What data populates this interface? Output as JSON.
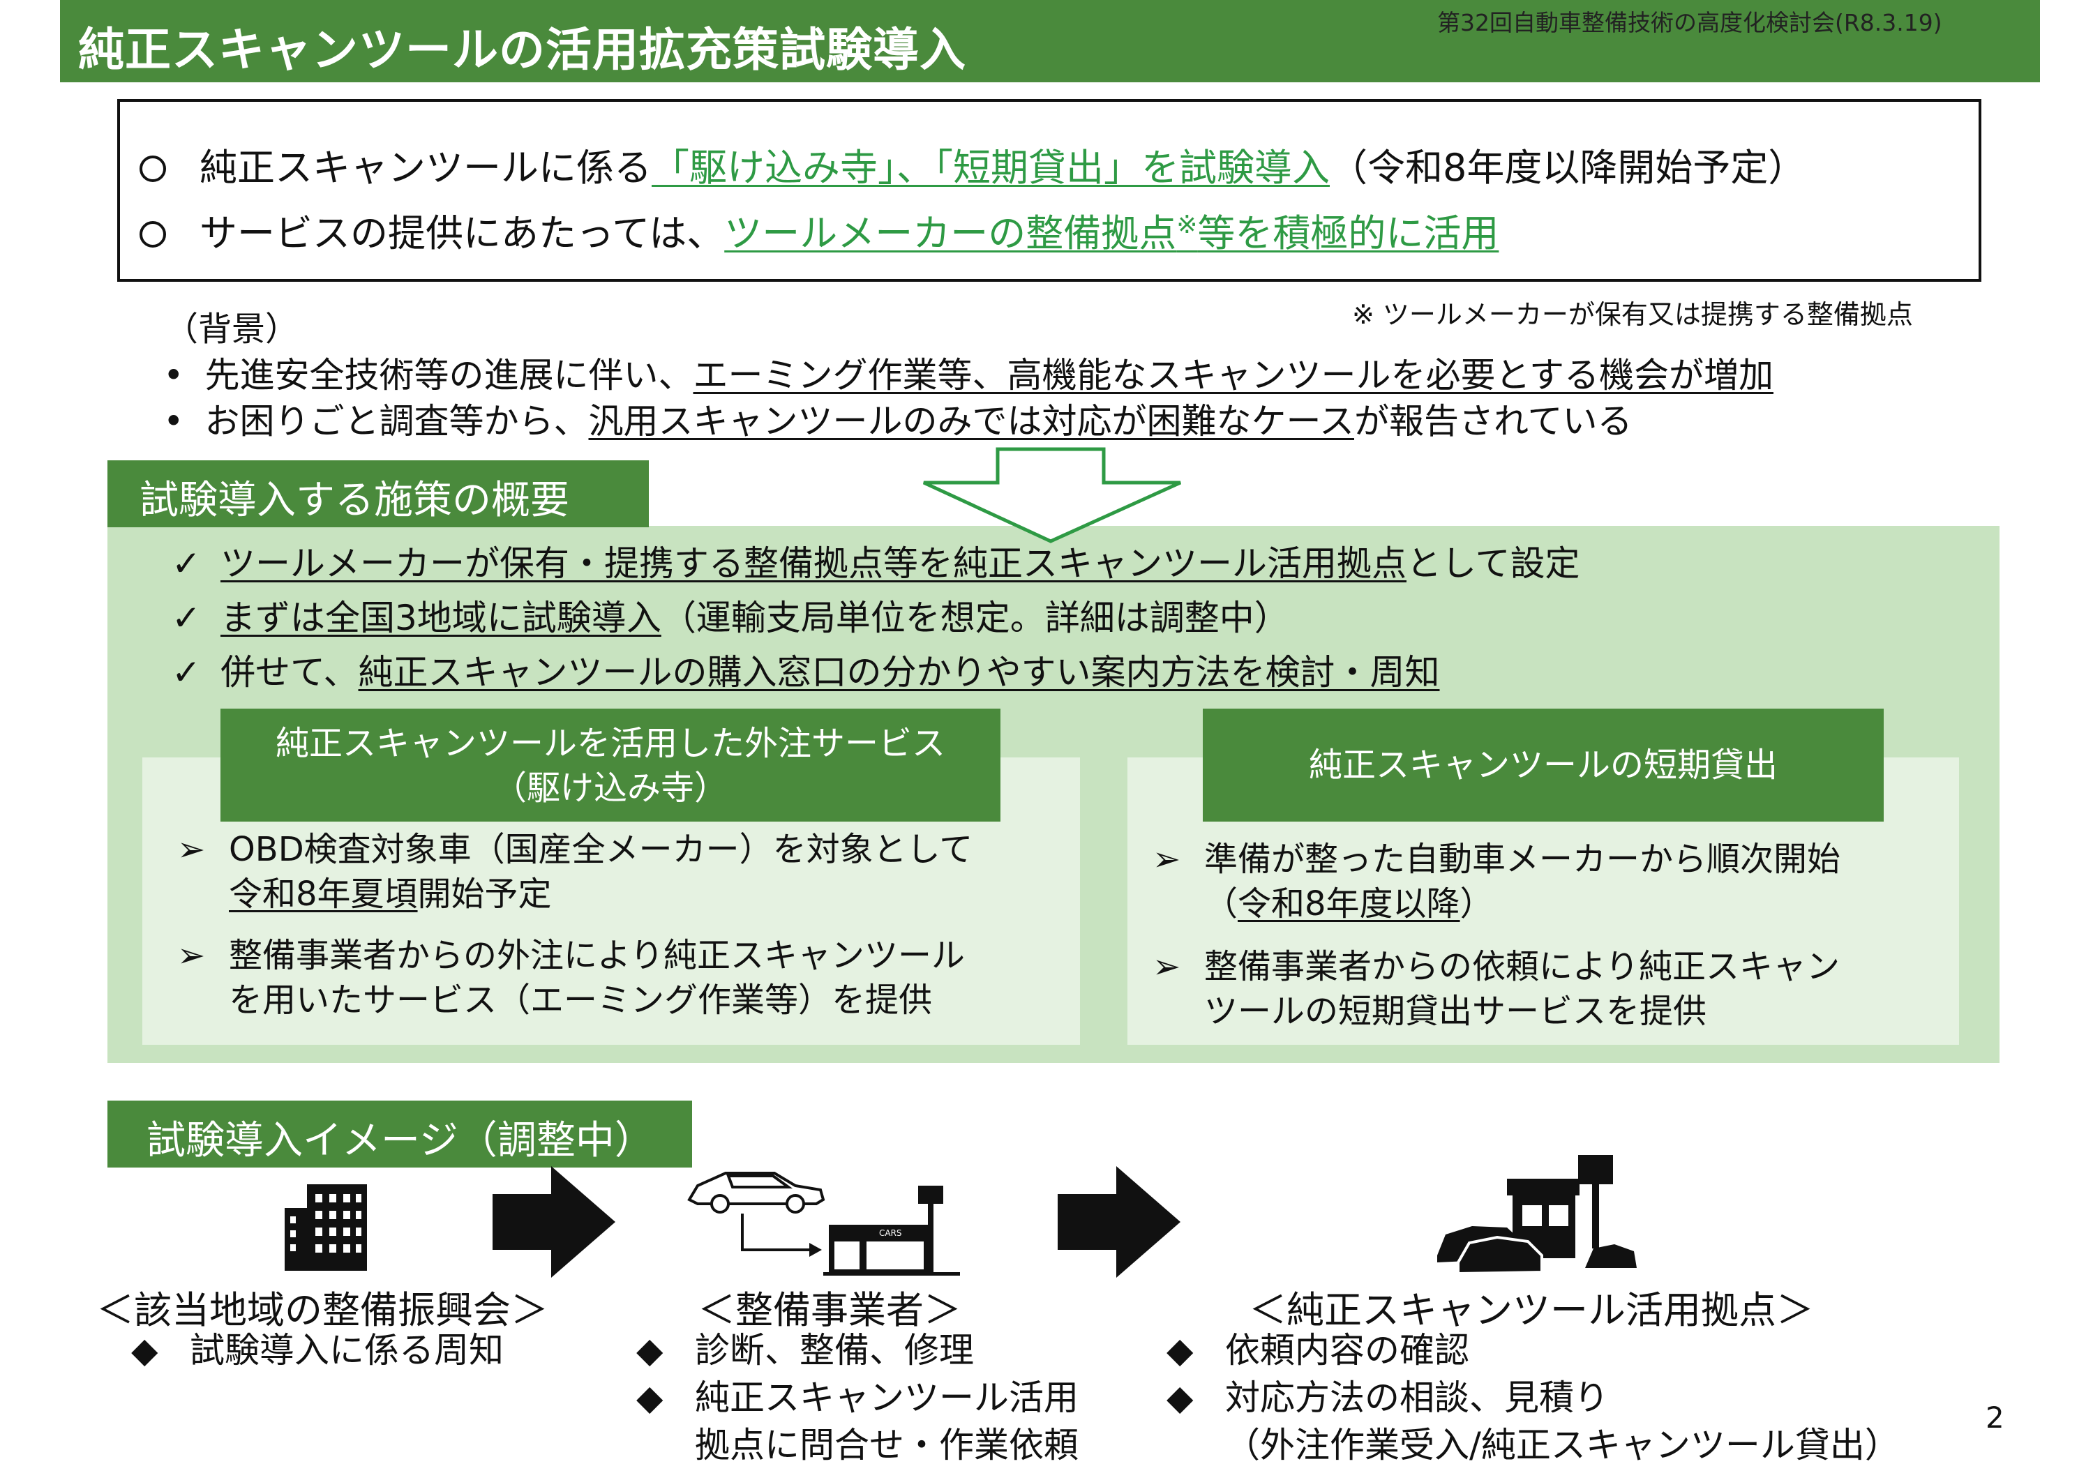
{
  "header": {
    "title": "純正スキャンツールの活用拡充策試験導入",
    "meeting": "第32回自動車整備技術の高度化検討会(R8.3.19)"
  },
  "summary": {
    "line1_prefix": "純正スキャンツールに係る",
    "line1_highlight": "「駆け込み寺」、「短期貸出」を試験導入",
    "line1_suffix": "（令和8年度以降開始予定）",
    "line2_prefix": "サービスの提供にあたっては、",
    "line2_highlight_a": "ツールメーカーの整備拠点",
    "line2_mark": "※",
    "line2_highlight_b": "等を積極的に活用"
  },
  "note": "※ ツールメーカーが保有又は提携する整備拠点",
  "background": {
    "heading": "（背景）",
    "item1_prefix": "先進安全技術等の進展に伴い、",
    "item1_underline": "エーミング作業等、高機能なスキャンツールを必要とする機会が増加",
    "item2_prefix": "お困りごと調査等から、",
    "item2_underline": "汎用スキャンツールのみでは対応が困難なケース",
    "item2_suffix": "が報告されている"
  },
  "overview": {
    "title": "試験導入する施策の概要",
    "item1_underline": "ツールメーカーが保有・提携する整備拠点等を純正スキャンツール活用拠点",
    "item1_suffix": "として設定",
    "item2_underline": "まずは全国3地域に試験導入",
    "item2_suffix": "（運輸支局単位を想定。詳細は調整中）",
    "item3_prefix": "併せて、",
    "item3_underline": "純正スキャンツールの購入窓口の分かりやすい案内方法を検討・周知"
  },
  "card_left": {
    "head_line1": "純正スキャンツールを活用した外注サービス",
    "head_line2": "（駆け込み寺）",
    "b1_line1": "OBD検査対象車（国産全メーカー）を対象として",
    "b1_line2_underline": "令和8年夏頃",
    "b1_line2_suffix": "開始予定",
    "b2_line1": "整備事業者からの外注により純正スキャンツール",
    "b2_line2": "を用いたサービス（エーミング作業等）を提供"
  },
  "card_right": {
    "head": "純正スキャンツールの短期貸出",
    "b1_line1": "準備が整った自動車メーカーから順次開始",
    "b1_line2_prefix": "（",
    "b1_line2_underline": "令和8年度以降",
    "b1_line2_suffix": "）",
    "b2_line1": "整備事業者からの依頼により純正スキャン",
    "b2_line2": "ツールの短期貸出サービスを提供"
  },
  "image_section": {
    "title": "試験導入イメージ（調整中）",
    "entity1": {
      "label": "＜該当地域の整備振興会＞",
      "b1": "試験導入に係る周知"
    },
    "entity2": {
      "label": "＜整備事業者＞",
      "b1": "診断、整備、修理",
      "b2_line1": "純正スキャンツール活用",
      "b2_line2": "拠点に問合せ・作業依頼",
      "shop_sign": "CARS"
    },
    "entity3": {
      "label": "＜純正スキャンツール活用拠点＞",
      "b1": "依頼内容の確認",
      "b2_line1": "対応方法の相談、見積り",
      "b2_line2": "（外注作業受入/純正スキャンツール貸出）"
    }
  },
  "page_number": "2",
  "icons": {
    "check": "✓",
    "arrow": "➢",
    "diamond": "◆"
  }
}
